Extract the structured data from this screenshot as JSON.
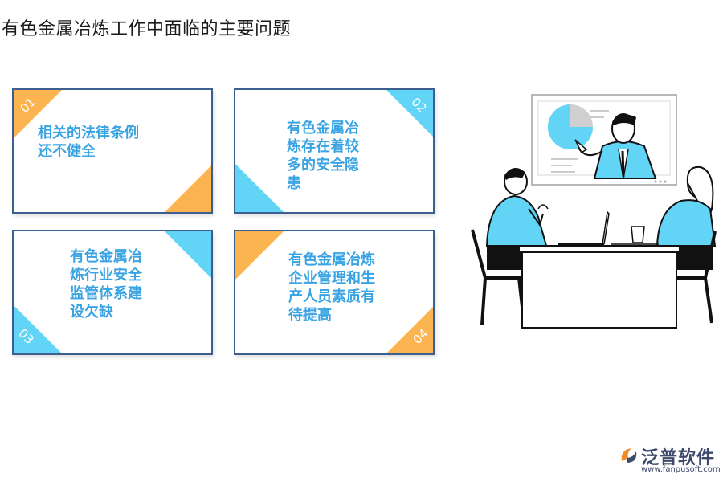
{
  "title": "有色金属冶炼工作中面临的主要问题",
  "cards": [
    {
      "num": "01",
      "text": "相关的法律条例\n还不健全"
    },
    {
      "num": "02",
      "text": "有色金属冶\n炼存在着较\n多的安全隐\n患"
    },
    {
      "num": "03",
      "text": "有色金属冶\n炼行业安全\n监管体系建\n设欠缺"
    },
    {
      "num": "04",
      "text": "有色金属冶炼\n企业管理和生\n产人员素质有\n待提高"
    }
  ],
  "logo": {
    "name": "泛普软件",
    "url": "www.fanpusoft.com"
  },
  "colors": {
    "orange": "#fbb450",
    "cyan": "#62d4f5",
    "border": "#3d5f8f",
    "text": "#3aa3e3"
  }
}
